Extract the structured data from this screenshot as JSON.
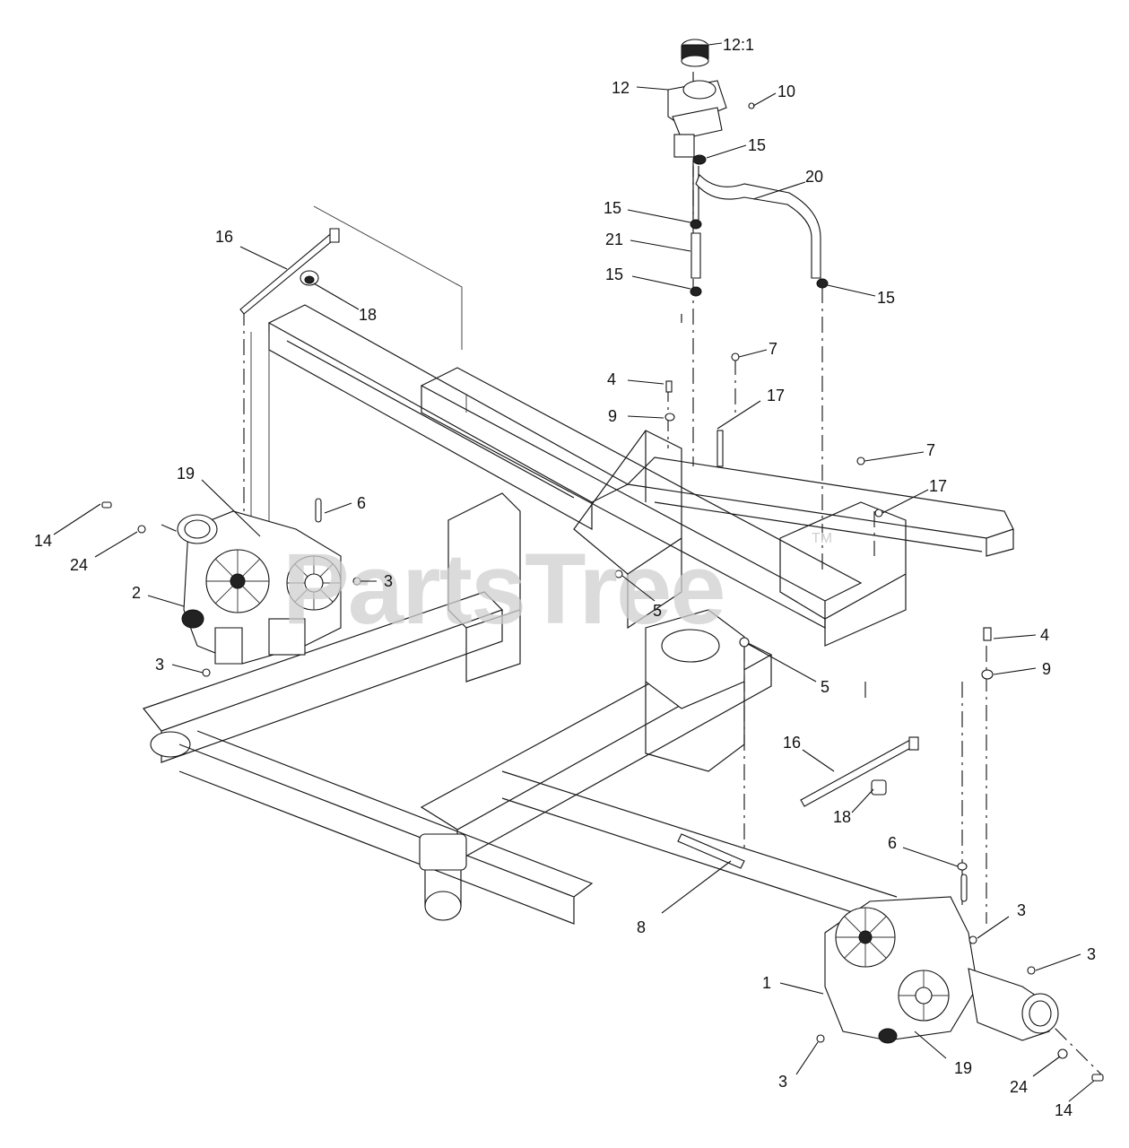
{
  "watermark": {
    "text": "PartsTree",
    "trademark": "TM"
  },
  "callouts": [
    {
      "id": "c-12-1",
      "label": "12:1"
    },
    {
      "id": "c-12",
      "label": "12"
    },
    {
      "id": "c-10",
      "label": "10"
    },
    {
      "id": "c-15a",
      "label": "15"
    },
    {
      "id": "c-20",
      "label": "20"
    },
    {
      "id": "c-15b",
      "label": "15"
    },
    {
      "id": "c-21",
      "label": "21"
    },
    {
      "id": "c-15c",
      "label": "15"
    },
    {
      "id": "c-15d",
      "label": "15"
    },
    {
      "id": "c-16a",
      "label": "16"
    },
    {
      "id": "c-18a",
      "label": "18"
    },
    {
      "id": "c-7a",
      "label": "7"
    },
    {
      "id": "c-4a",
      "label": "4"
    },
    {
      "id": "c-17a",
      "label": "17"
    },
    {
      "id": "c-9a",
      "label": "9"
    },
    {
      "id": "c-7b",
      "label": "7"
    },
    {
      "id": "c-17b",
      "label": "17"
    },
    {
      "id": "c-19a",
      "label": "19"
    },
    {
      "id": "c-6a",
      "label": "6"
    },
    {
      "id": "c-14a",
      "label": "14"
    },
    {
      "id": "c-24a",
      "label": "24"
    },
    {
      "id": "c-3a",
      "label": "3"
    },
    {
      "id": "c-2",
      "label": "2"
    },
    {
      "id": "c-5a",
      "label": "5"
    },
    {
      "id": "c-3b",
      "label": "3"
    },
    {
      "id": "c-4b",
      "label": "4"
    },
    {
      "id": "c-9b",
      "label": "9"
    },
    {
      "id": "c-5b",
      "label": "5"
    },
    {
      "id": "c-16b",
      "label": "16"
    },
    {
      "id": "c-18b",
      "label": "18"
    },
    {
      "id": "c-6b",
      "label": "6"
    },
    {
      "id": "c-8",
      "label": "8"
    },
    {
      "id": "c-3c",
      "label": "3"
    },
    {
      "id": "c-3d",
      "label": "3"
    },
    {
      "id": "c-1",
      "label": "1"
    },
    {
      "id": "c-19b",
      "label": "19"
    },
    {
      "id": "c-3e",
      "label": "3"
    },
    {
      "id": "c-24b",
      "label": "24"
    },
    {
      "id": "c-14b",
      "label": "14"
    }
  ]
}
